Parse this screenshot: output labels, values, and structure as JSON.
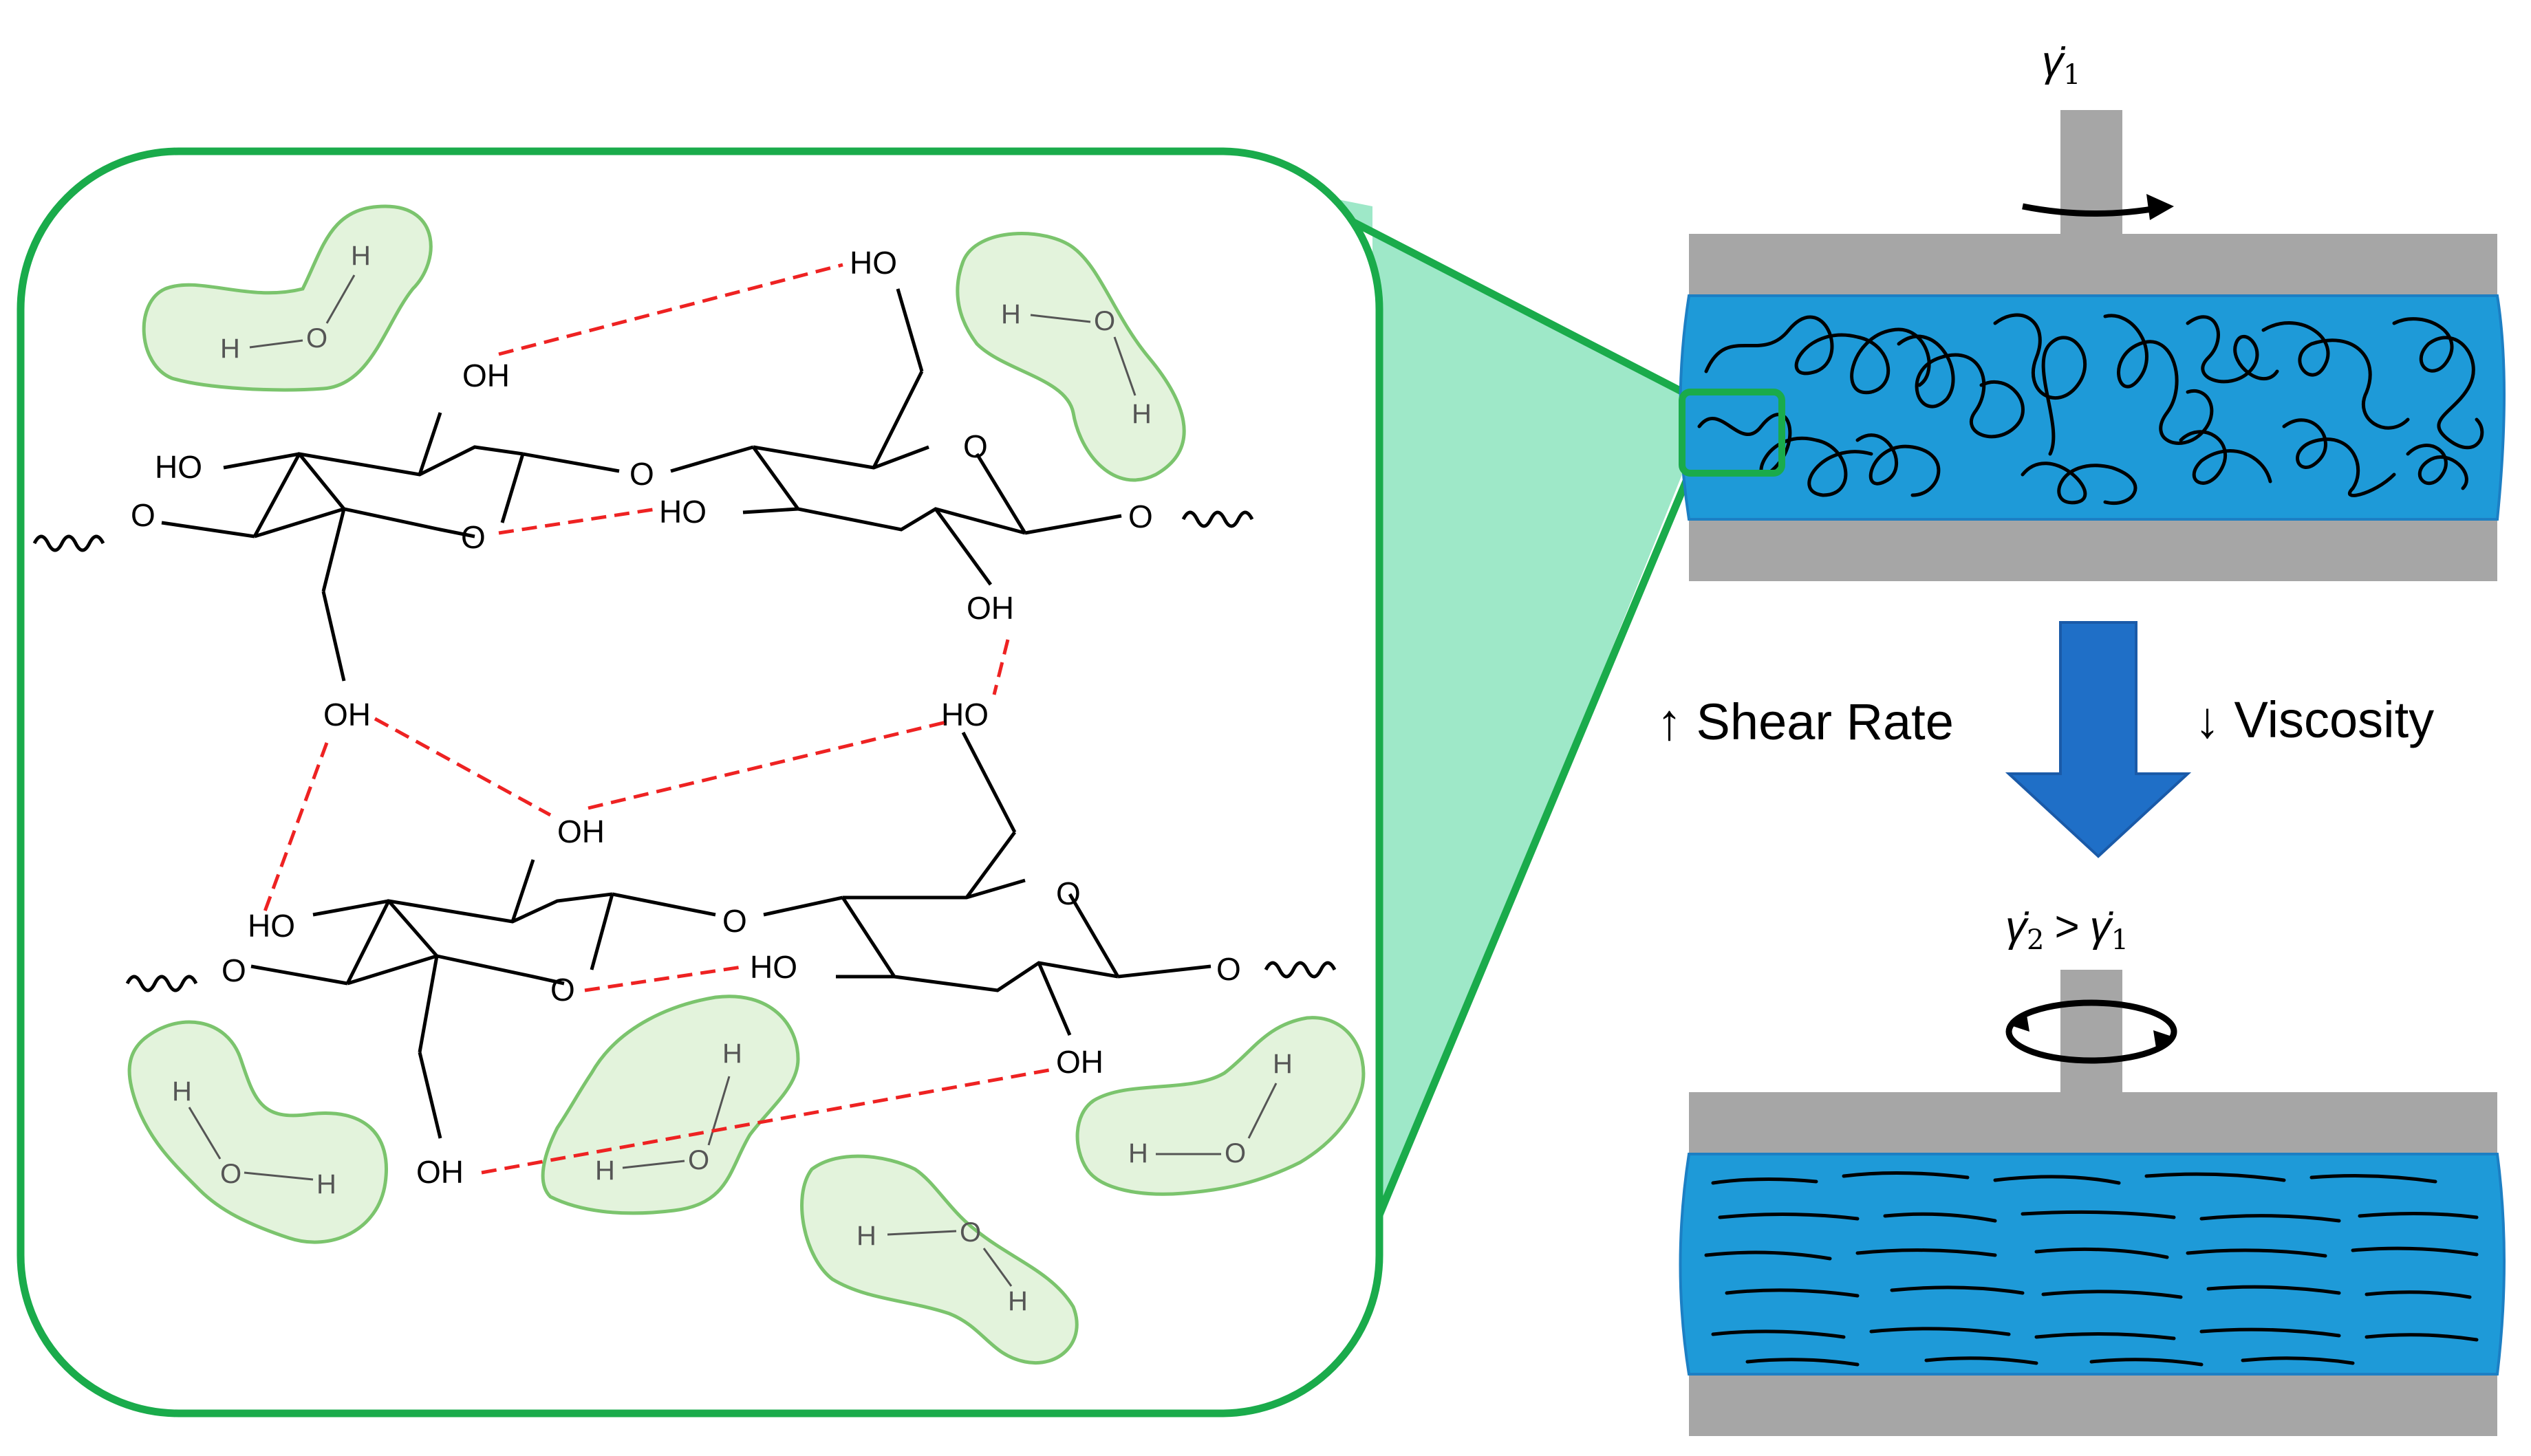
{
  "colors": {
    "frame_green": "#1aab4b",
    "water_fill": "#e3f3dc",
    "water_stroke": "#7bc46d",
    "hbond_red": "#ee2222",
    "zoom_wedge": "#9ee8c8",
    "fluid_blue": "#1e9ad8",
    "fluid_edge": "#1c7fc4",
    "plate_gray": "#a6a6a6",
    "arrow_blue": "#1f6fc7"
  },
  "molecule_labels": {
    "upper": {
      "oh_top": "OH",
      "ho_top": "HO",
      "ho_left": "HO",
      "o_left_chain": "O",
      "o_ring1": "O",
      "o_glyco": "O",
      "o_ring2": "O",
      "ho_mid": "HO",
      "o_right_chain": "O",
      "oh_bottom": "OH",
      "oh_ch2": "OH",
      "ho_ch2_right": "HO"
    },
    "lower": {
      "oh_top": "OH",
      "ho_left": "HO",
      "o_left_chain": "O",
      "o_ring1": "O",
      "o_glyco": "O",
      "o_ring2": "O",
      "ho_mid": "HO",
      "o_right_chain": "O",
      "oh_bottom": "OH",
      "oh_ch2": "OH"
    }
  },
  "water": {
    "h": "H",
    "o": "O"
  },
  "rheometer": {
    "top_rate": "γ̇",
    "top_rate_sub": "1",
    "bottom_rate_lhs": "γ̇",
    "bottom_rate_lhs_sub": "2",
    "bottom_rate_op": ">",
    "bottom_rate_rhs": "γ̇",
    "bottom_rate_rhs_sub": "1",
    "left_label": "↑ Shear Rate",
    "right_label": "↓ Viscosity"
  }
}
